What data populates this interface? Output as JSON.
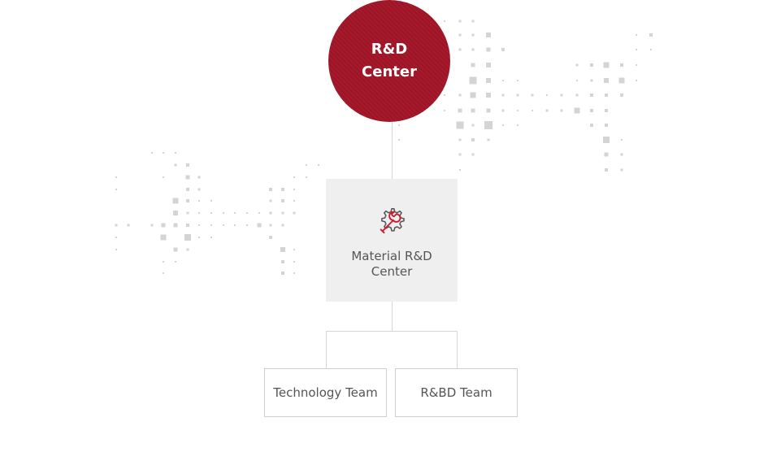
{
  "root": {
    "line1": "R&D",
    "line2": "Center"
  },
  "center": {
    "line1": "Material R&D",
    "line2": "Center",
    "icon": "gear-wrench-icon"
  },
  "teams": [
    {
      "label": "Technology Team"
    },
    {
      "label": "R&BD Team"
    }
  ],
  "colors": {
    "accent": "#a51a2c",
    "box": "#efefef",
    "line": "#d6d6d6",
    "dots": "#d4d4d4"
  }
}
